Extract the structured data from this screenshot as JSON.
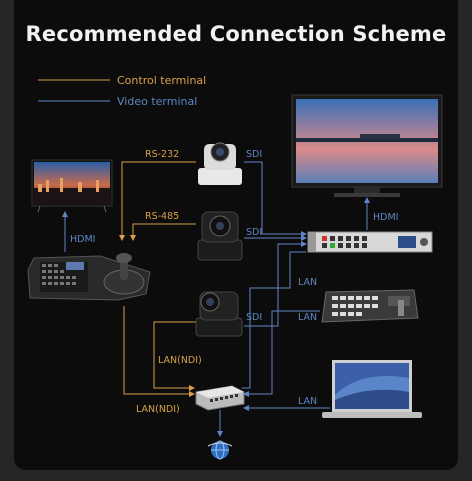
{
  "title": "Recommended Connection Scheme",
  "legend": {
    "control": "Control terminal",
    "video": "Video terminal"
  },
  "labels": {
    "rs232": "RS-232",
    "rs485": "RS-485",
    "hdmi_left": "HDMI",
    "hdmi_right": "HDMI",
    "sdi1": "SDI",
    "sdi2": "SDI",
    "sdi3": "SDI",
    "lan1": "LAN",
    "lan2": "LAN",
    "lan3": "LAN",
    "lan_ndi1": "LAN(NDI)",
    "lan_ndi2": "LAN(NDI)"
  },
  "colors": {
    "control": "#d9a04a",
    "video": "#5f86c4",
    "background": "#0c0c0c"
  },
  "icons": [
    "tv-icon",
    "monitor-icon",
    "ptz-camera-icon",
    "keyboard-controller-icon",
    "video-switcher-icon",
    "streaming-console-icon",
    "network-switch-icon",
    "laptop-icon",
    "internet-globe-icon"
  ]
}
